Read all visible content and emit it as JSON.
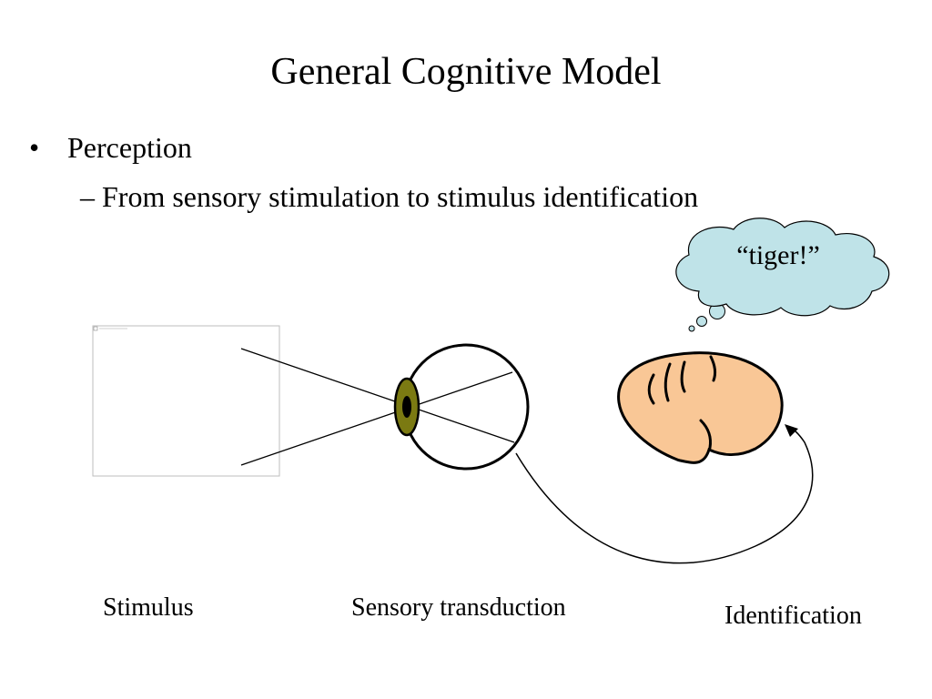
{
  "slide": {
    "title": "General Cognitive Model",
    "bullet": "Perception",
    "subbullet": "– From sensory stimulation to stimulus identification"
  },
  "diagram": {
    "thought": "“tiger!”",
    "captions": {
      "stimulus": "Stimulus",
      "sensory": "Sensory transduction",
      "identification": "Identification"
    },
    "colors": {
      "cloud_fill": "#bfe3e8",
      "brain_fill": "#f9c796",
      "iris_fill": "#7b7a12",
      "pupil_fill": "#000000"
    }
  }
}
